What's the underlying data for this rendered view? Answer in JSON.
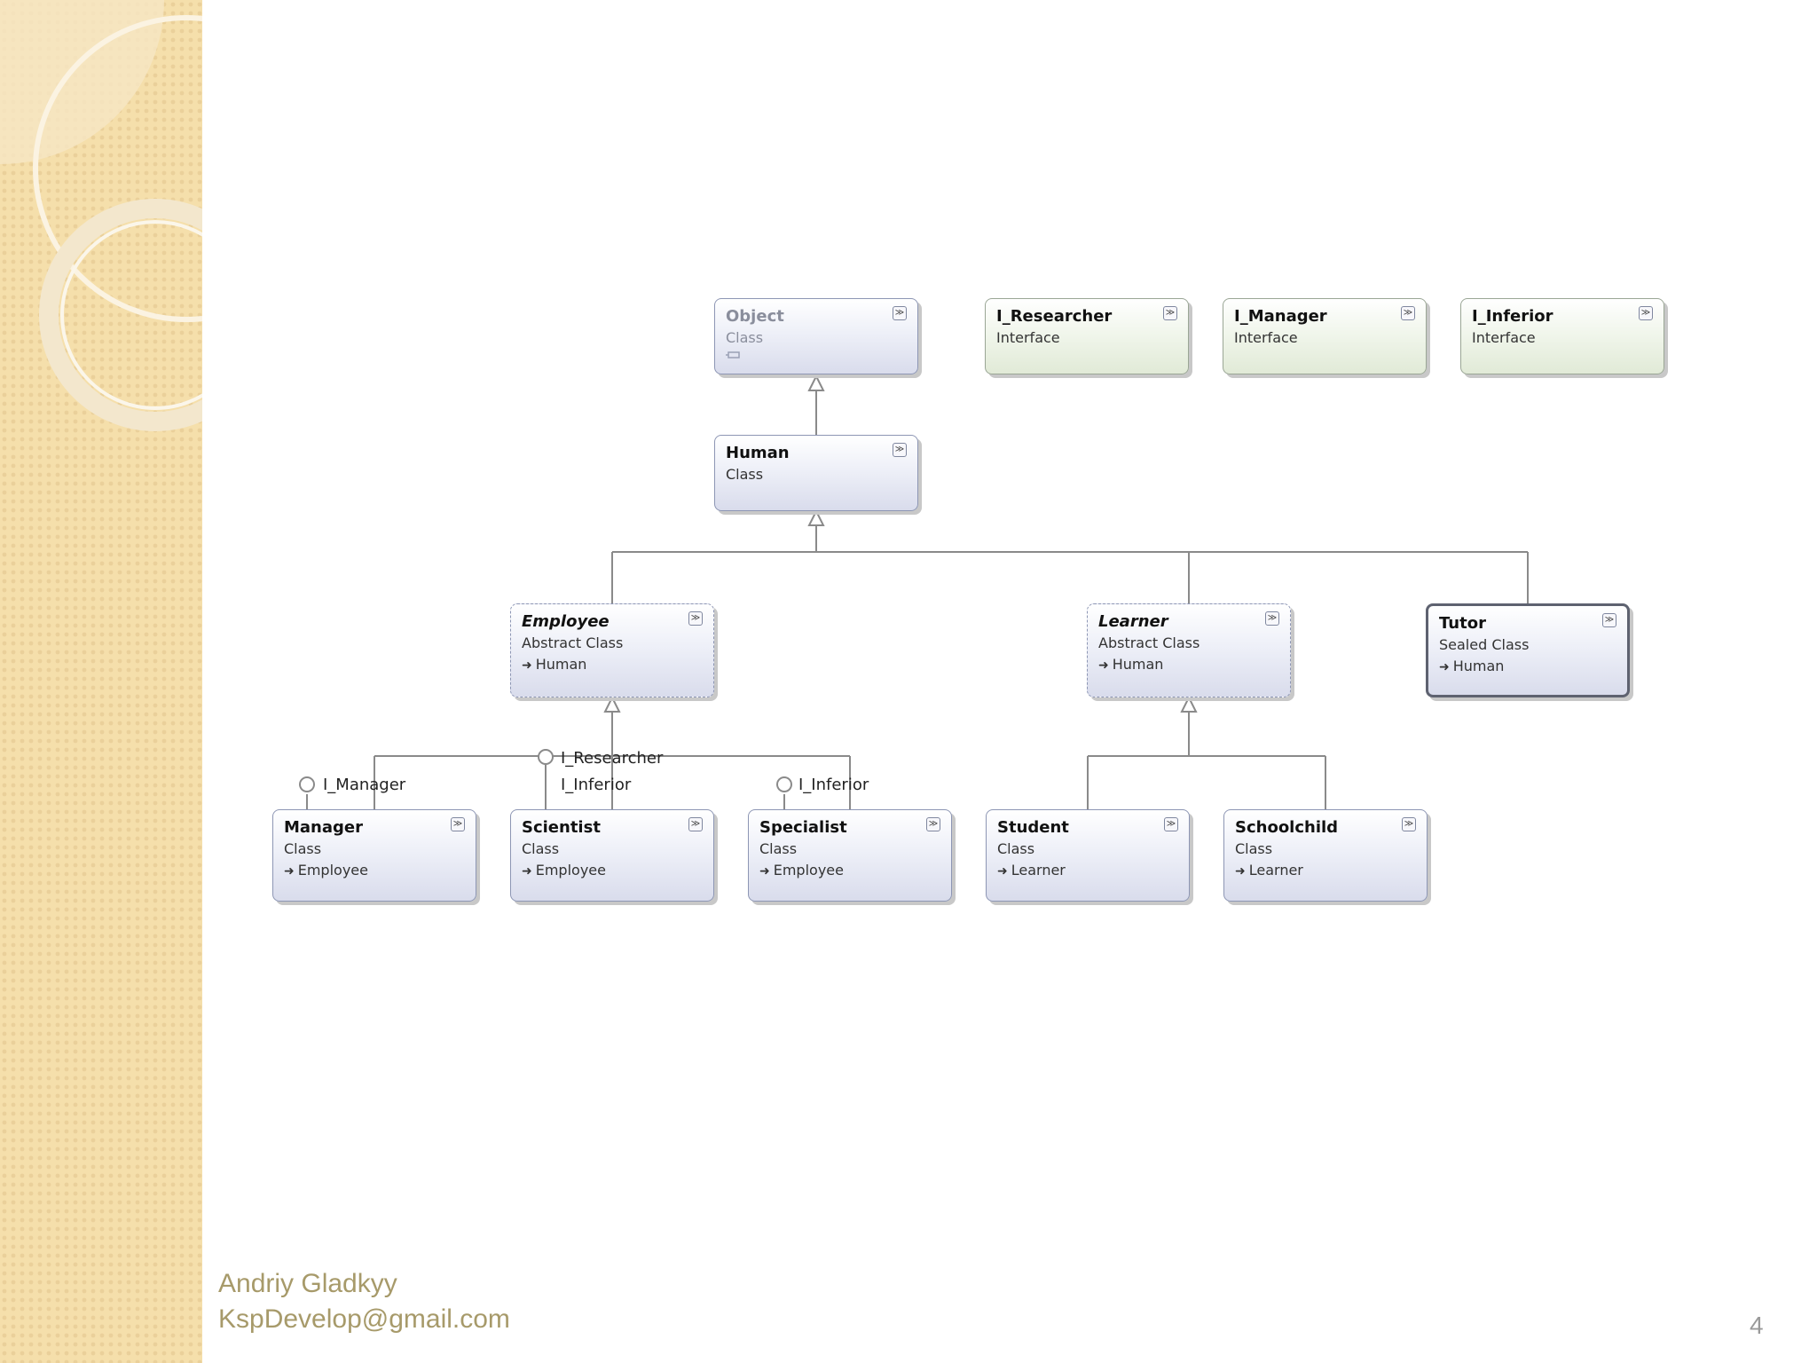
{
  "nodes": {
    "object": {
      "name": "Object",
      "kind": "Class"
    },
    "i_researcher": {
      "name": "I_Researcher",
      "kind": "Interface"
    },
    "i_manager": {
      "name": "I_Manager",
      "kind": "Interface"
    },
    "i_inferior": {
      "name": "I_Inferior",
      "kind": "Interface"
    },
    "human": {
      "name": "Human",
      "kind": "Class"
    },
    "employee": {
      "name": "Employee",
      "kind": "Abstract Class",
      "base": "Human"
    },
    "learner": {
      "name": "Learner",
      "kind": "Abstract Class",
      "base": "Human"
    },
    "tutor": {
      "name": "Tutor",
      "kind": "Sealed Class",
      "base": "Human"
    },
    "manager": {
      "name": "Manager",
      "kind": "Class",
      "base": "Employee"
    },
    "scientist": {
      "name": "Scientist",
      "kind": "Class",
      "base": "Employee"
    },
    "specialist": {
      "name": "Specialist",
      "kind": "Class",
      "base": "Employee"
    },
    "student": {
      "name": "Student",
      "kind": "Class",
      "base": "Learner"
    },
    "schoolchild": {
      "name": "Schoolchild",
      "kind": "Class",
      "base": "Learner"
    }
  },
  "interface_labels": {
    "manager_impl": "I_Manager",
    "scientist_impl_1": "I_Researcher",
    "scientist_impl_2": "I_Inferior",
    "specialist_impl": "I_Inferior"
  },
  "footer": {
    "author": "Andriy Gladkyy",
    "email": "KspDevelop@gmail.com",
    "page_number": "4"
  }
}
